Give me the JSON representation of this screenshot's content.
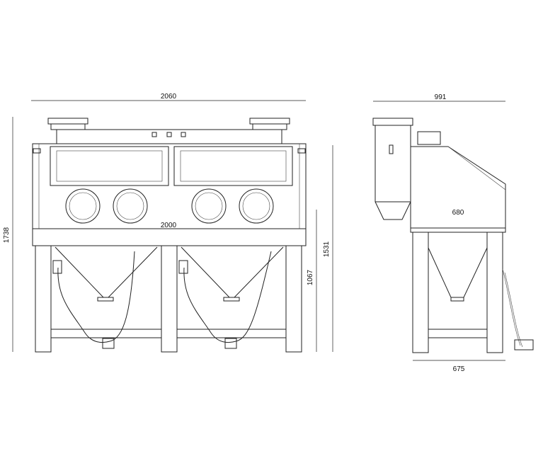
{
  "dimensions": {
    "front_width": "2060",
    "front_inner_width": "2000",
    "overall_height": "1738",
    "top_height": "1531",
    "table_height": "1067",
    "side_depth": "991",
    "side_cabinet_depth": "680",
    "side_leg_depth": "675"
  },
  "colors": {
    "line": "#222222",
    "background": "#ffffff"
  }
}
